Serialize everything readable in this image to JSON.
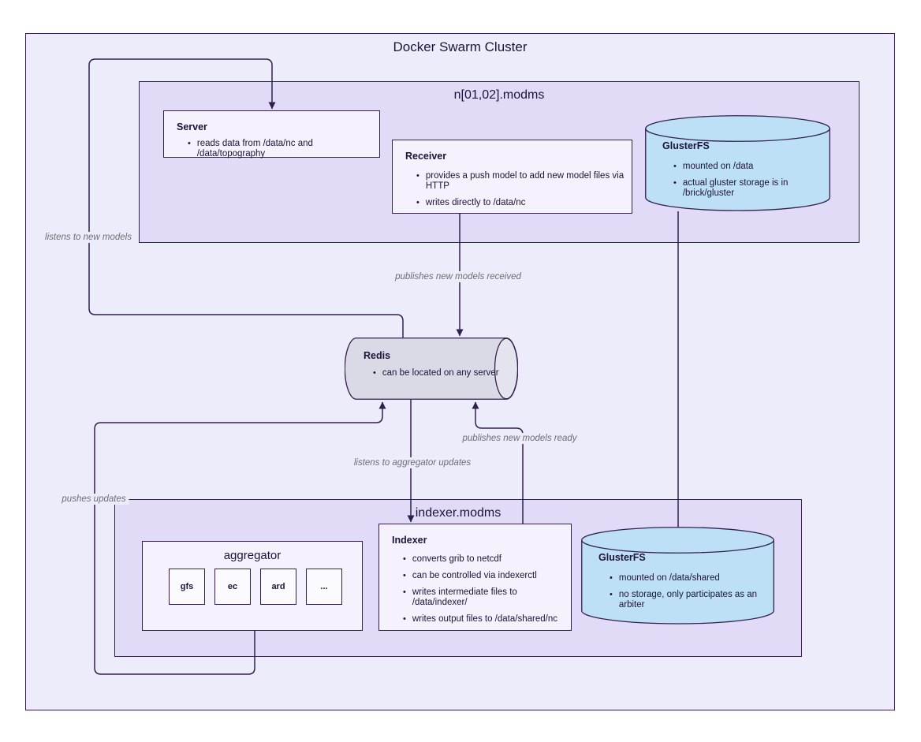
{
  "clusters": {
    "outer": {
      "title": "Docker Swarm Cluster"
    },
    "n_modms": {
      "title": "n[01,02].modms"
    },
    "indexer_modms": {
      "title": "indexer.modms"
    }
  },
  "nodes": {
    "server": {
      "title": "Server",
      "bullets": [
        "reads data from /data/nc and /data/topography"
      ]
    },
    "receiver": {
      "title": "Receiver",
      "bullets": [
        "provides a push model to add new model files via HTTP",
        "writes directly to /data/nc"
      ]
    },
    "glusterfs_n": {
      "title": "GlusterFS",
      "bullets": [
        "mounted on /data",
        "actual gluster storage is in /brick/gluster"
      ]
    },
    "redis": {
      "title": "Redis",
      "bullets": [
        "can be located on any server"
      ]
    },
    "aggregator": {
      "title": "aggregator",
      "children": [
        "gfs",
        "ec",
        "ard",
        "..."
      ]
    },
    "indexer": {
      "title": "Indexer",
      "bullets": [
        "converts grib to netcdf",
        "can be controlled via indexerctl",
        "writes intermediate files to /data/indexer/",
        "writes output files to /data/shared/nc"
      ]
    },
    "glusterfs_indexer": {
      "title": "GlusterFS",
      "bullets": [
        "mounted on /data/shared",
        "no storage, only participates as an arbiter"
      ]
    }
  },
  "edges": {
    "redis_to_server": "listens to new models",
    "receiver_to_redis": "publishes new models received",
    "redis_to_indexer": "listens to aggregator updates",
    "indexer_to_redis": "publishes new models ready",
    "aggregator_to_redis": "pushes updates"
  },
  "colors": {
    "outer_fill": "#EDECFA",
    "cluster_fill": "#E2DBF8",
    "node_fill": "#F5F2FD",
    "child_fill": "#FBFAFE",
    "cylinder_fill": "#BDE0F6",
    "redis_fill": "#DADAE7",
    "redis_cap_fill": "#E4E4EF",
    "border": "#31204E",
    "text": "#1B1438",
    "edge_label": "#6D6D78"
  }
}
